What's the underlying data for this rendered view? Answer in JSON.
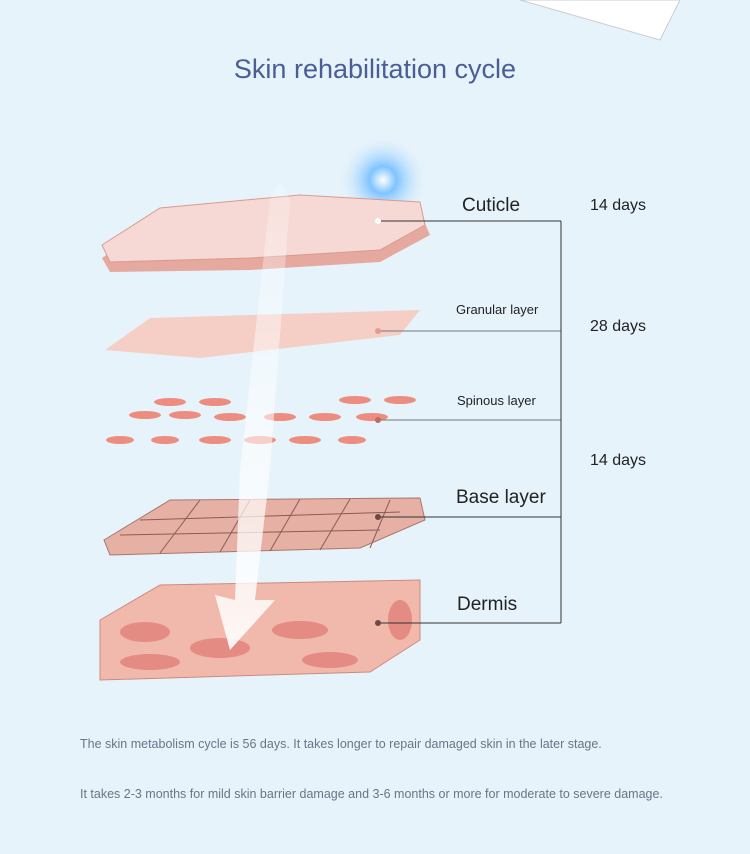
{
  "title": "Skin rehabilitation cycle",
  "layers": [
    {
      "name": "Cuticle"
    },
    {
      "name": "Granular layer"
    },
    {
      "name": "Spinous layer"
    },
    {
      "name": "Base layer"
    },
    {
      "name": "Dermis"
    }
  ],
  "durations": [
    "14 days",
    "28 days",
    "14 days"
  ],
  "notes": [
    "The skin metabolism cycle is 56 days. It takes longer to repair damaged skin in the later stage.",
    "It takes 2-3 months for mild skin barrier damage and 3-6 months or more for moderate to severe damage."
  ]
}
